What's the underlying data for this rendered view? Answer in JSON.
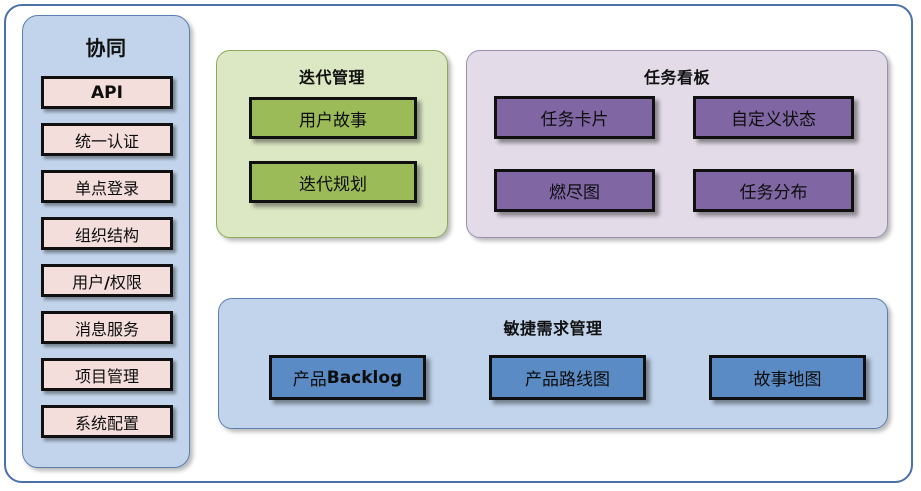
{
  "diagram": {
    "title_hidden": "",
    "colors": {
      "frame_border": "#4A71A8",
      "sidebar_bg": "#C2D4EB",
      "sidebar_item_bg": "#F3DEDC",
      "iteration_panel_bg": "#DCE8C4",
      "iteration_box_bg": "#9BBB59",
      "taskboard_panel_bg": "#E3DCE8",
      "taskboard_box_bg": "#8067A3",
      "agile_panel_bg": "#C2D4EB",
      "agile_box_bg": "#5B8BC4",
      "box_border": "#101010"
    }
  },
  "sidebar": {
    "title": "协同",
    "items": [
      {
        "label": "API",
        "style": "bold"
      },
      {
        "label": "统一认证",
        "style": "normal"
      },
      {
        "label": "单点登录",
        "style": "normal"
      },
      {
        "label": "组织结构",
        "style": "normal"
      },
      {
        "label": "用户/权限",
        "style": "slash"
      },
      {
        "label": "消息服务",
        "style": "normal"
      },
      {
        "label": "项目管理",
        "style": "normal"
      },
      {
        "label": "系统配置",
        "style": "normal"
      }
    ]
  },
  "iteration": {
    "title": "迭代管理",
    "items": [
      {
        "label": "用户故事"
      },
      {
        "label": "迭代规划"
      }
    ]
  },
  "taskboard": {
    "title": "任务看板",
    "items": [
      {
        "label": "任务卡片"
      },
      {
        "label": "自定义状态"
      },
      {
        "label": "燃尽图"
      },
      {
        "label": "任务分布"
      }
    ]
  },
  "agile": {
    "title": "敏捷需求管理",
    "items": [
      {
        "label": "产品Backlog",
        "cn": "产品",
        "latin": "Backlog"
      },
      {
        "label": "产品路线图",
        "cn": "产品路线图",
        "latin": ""
      },
      {
        "label": "故事地图",
        "cn": "故事地图",
        "latin": ""
      }
    ]
  }
}
